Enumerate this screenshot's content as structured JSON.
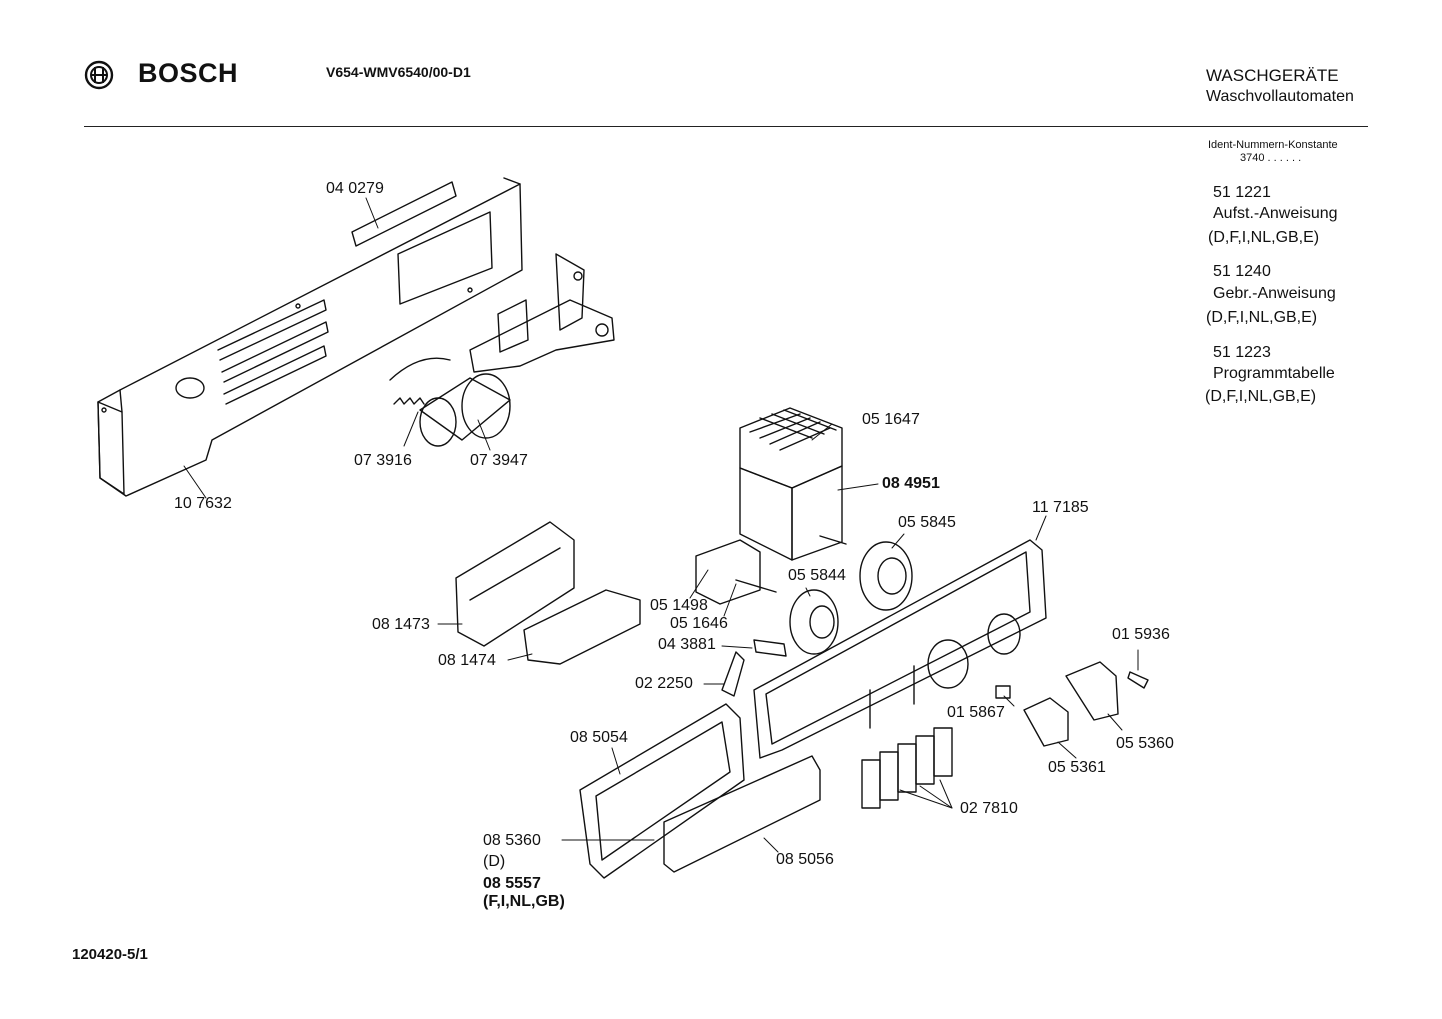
{
  "header": {
    "brand": "BOSCH",
    "model_code": "V654-WMV6540/00-D1",
    "category": "WASCHGERÄTE",
    "subcategory": "Waschvollautomaten"
  },
  "ident": {
    "label": "Ident-Nummern-Konstante",
    "value": "3740  . .   . . . ."
  },
  "documents": [
    {
      "number": "51 1221",
      "title": "Aufst.-Anweisung",
      "languages": "(D,F,I,NL,GB,E)"
    },
    {
      "number": "51 1240",
      "title": "Gebr.-Anweisung",
      "languages": "(D,F,I,NL,GB,E)"
    },
    {
      "number": "51 1223",
      "title": "Programmtabelle",
      "languages": "(D,F,I,NL,GB,E)"
    }
  ],
  "parts": {
    "p040279": "04 0279",
    "p107632": "10 7632",
    "p073916": "07 3916",
    "p073947": "07 3947",
    "p051647": "05 1647",
    "p084951": "08 4951",
    "p055845": "05 5845",
    "p117185": "11 7185",
    "p055844": "05 5844",
    "p051498": "05 1498",
    "p051646": "05 1646",
    "p043881": "04 3881",
    "p081473": "08 1473",
    "p081474": "08 1474",
    "p022250": "02 2250",
    "p015936": "01 5936",
    "p015867": "01 5867",
    "p055360": "05 5360",
    "p055361": "05 5361",
    "p085054": "08 5054",
    "p027810": "02 7810",
    "p085360": "08 5360",
    "p085360_note": "(D)",
    "p085557": "08 5557",
    "p085557_note": "(F,I,NL,GB)",
    "p085056": "08 5056"
  },
  "footer": {
    "sheet_id": "120420-5/1"
  }
}
